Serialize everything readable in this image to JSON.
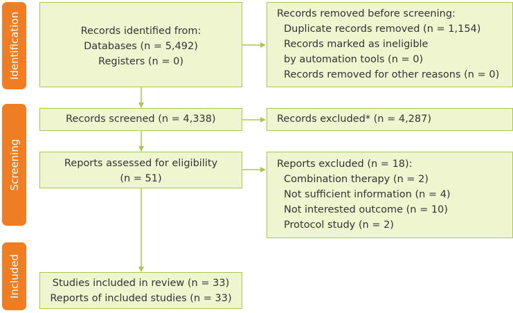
{
  "phases": {
    "identification": "Identification",
    "screening": "Screening",
    "included": "Included"
  },
  "identified": {
    "title": "Records identified from:",
    "lines": [
      "Databases (n = 5,492)",
      "Registers (n = 0)"
    ]
  },
  "removed": {
    "title": "Records removed before screening:",
    "lines": [
      "Duplicate records removed (n = 1,154)",
      "Records marked as ineligible",
      "by automation tools (n = 0)",
      "Records removed for other reasons (n = 0)"
    ]
  },
  "screened": {
    "text": "Records screened (n = 4,338)"
  },
  "excluded": {
    "text": "Records excluded* (n = 4,287)"
  },
  "assessed": {
    "lines": [
      "Reports assessed for eligibility",
      "(n = 51)"
    ]
  },
  "reports_excluded": {
    "title": "Reports excluded (n = 18):",
    "lines": [
      "Combination therapy (n = 2)",
      "Not sufficient information (n = 4)",
      "Not interested outcome (n = 10)",
      "Protocol study (n = 2)"
    ]
  },
  "included": {
    "lines": [
      "Studies included in review (n = 33)",
      "Reports of included studies (n = 33)"
    ]
  },
  "colors": {
    "phase": "#ee7d24",
    "box_fill": "#eff5cf",
    "box_border": "#a9c94a",
    "arrow": "#a9c94a"
  }
}
